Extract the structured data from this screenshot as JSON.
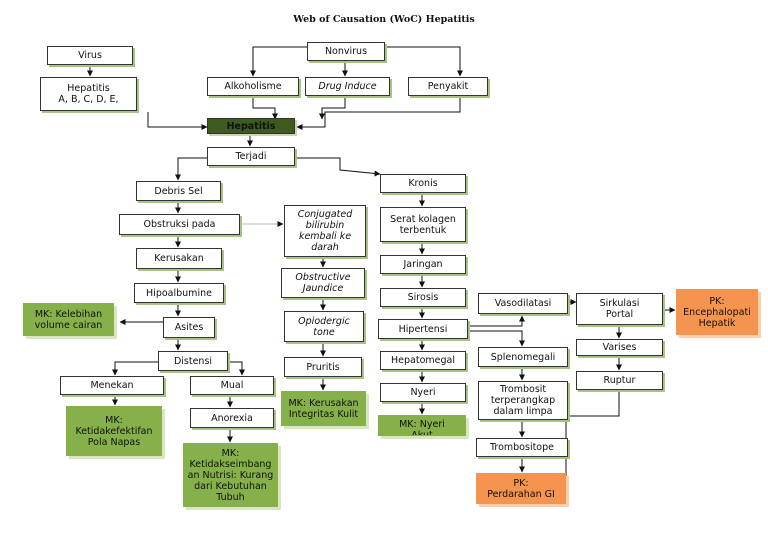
{
  "title": "Web of Causation (WoC) Hepatitis",
  "colors": {
    "green": "#86b04a",
    "dark_green": "#3e5a1f",
    "orange": "#f5944f",
    "shadow": "#a8c386"
  },
  "nodes": {
    "virus": "Virus",
    "hepatitis_abc": "Hepatitis\nA, B, C, D, E,",
    "nonvirus": "Nonvirus",
    "alkoholisme": "Alkoholisme",
    "drug_induce": "Drug Induce",
    "penyakit": "Penyakit",
    "hepatitis": "Hepatitis",
    "terjadi": "Terjadi",
    "debris_sel": "Debris Sel",
    "obstruksi": "Obstruksi pada",
    "kerusakan": "Kerusakan",
    "hipoalbumine": "Hipoalbumine",
    "asites": "Asites",
    "distensi": "Distensi",
    "menekan": "Menekan",
    "mual": "Mual",
    "anorexia": "Anorexia",
    "mk_kelebihan": "MK: Kelebihan\nvolume cairan",
    "mk_napas": "MK:\nKetidakefektifan\nPola Napas",
    "mk_nutrisi": "MK:\nKetidakseimbang\nan Nutrisi: Kurang\ndari Kebutuhan\nTubuh",
    "conjugated": "Conjugated\nbilirubin\nkembali ke\ndarah",
    "obstructive": "Obstructive\nJaundice",
    "opiodergic": "Opiodergic\ntone",
    "pruritis": "Pruritis",
    "mk_kulit": "MK: Kerusakan\nIntegritas Kulit",
    "kronis": "Kronis",
    "serat": "Serat kolagen\nterbentuk",
    "jaringan": "Jaringan",
    "sirosis": "Sirosis",
    "hipertensi": "Hipertensi",
    "hepatomegali": "Hepatomegal",
    "nyeri": "Nyeri",
    "mk_nyeri": "MK: Nyeri\nAkut",
    "vasodilatasi": "Vasodilatasi",
    "sirkulasi": "Sirkulasi\nPortal",
    "pk_ensefalopati": "PK:\nEncephalopati\nHepatik",
    "varises": "Varises",
    "ruptur": "Ruptur",
    "splenomegali": "Splenomegali",
    "trombosit": "Trombosit\nterperangkap\ndalam limpa",
    "trombositope": "Trombositope",
    "pk_perdarahan": "PK:\nPerdarahan GI"
  }
}
